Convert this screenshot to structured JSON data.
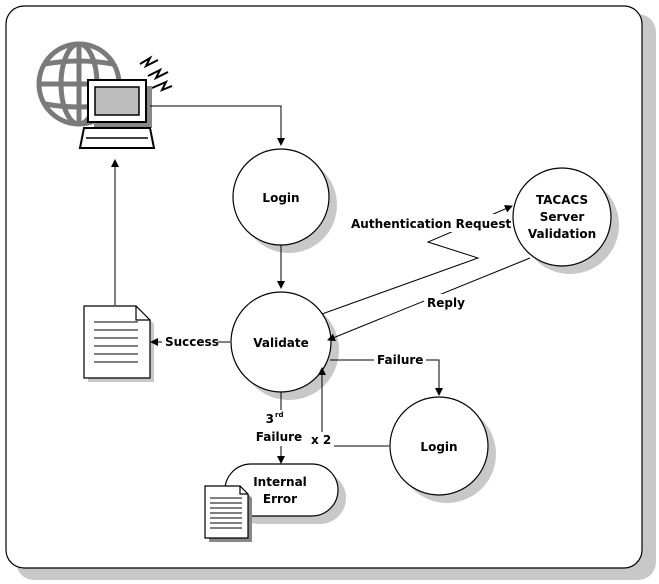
{
  "nodes": {
    "login_top": "Login",
    "tacacs": [
      "TACACS",
      "Server",
      "Validation"
    ],
    "validate": "Validate",
    "login_bottom": "Login",
    "internal_error": [
      "Internal",
      "Error"
    ]
  },
  "edges": {
    "auth_request": "Authentication Request",
    "reply": "Reply",
    "success": "Success",
    "failure": "Failure",
    "third_failure_num": "3",
    "third_failure_sup": "rd",
    "third_failure_word": "Failure",
    "retry": "x 2"
  },
  "icons": [
    "computer-globe-icon",
    "document-icon",
    "small-document-icon"
  ],
  "colors": {
    "shadow": "#c8c8c8",
    "stroke": "#000000",
    "fill": "#ffffff",
    "globe": "#7a7a7a",
    "screen": "#bdbdbd"
  }
}
